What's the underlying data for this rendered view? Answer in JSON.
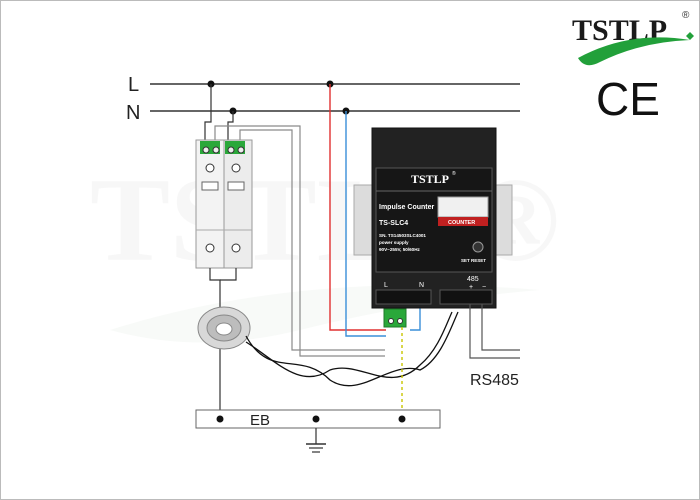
{
  "brand": {
    "logo_text": "TSTLP",
    "registered_mark": "®",
    "cert_mark": "CE",
    "watermark_text": "TSTLP®",
    "accent_red": "#e32119",
    "accent_green": "#22a03a"
  },
  "lines": {
    "l_label": "L",
    "n_label": "N",
    "earth_bar_label": "EB",
    "rs485_label": "RS485",
    "wire_red": "#e03030",
    "wire_blue": "#3a8fd8",
    "wire_gray": "#8a8a8a",
    "earth_yellow": "#c9c400",
    "earth_green": "#3aa33a"
  },
  "counter": {
    "brand_text": "TSTLP",
    "registered_mark": "®",
    "title": "Impulse Counter",
    "model": "TS-SLC4",
    "serial": "SN. TS14503SLC4001",
    "power_label": "power supply",
    "power_value": "90V~255V, 50/60Hz",
    "display_label": "COUNTER",
    "reset_label": "SET RESET",
    "terminal_l": "L",
    "terminal_n": "N",
    "rs485_label": "485",
    "rs485_plus": "+",
    "rs485_minus": "−"
  }
}
